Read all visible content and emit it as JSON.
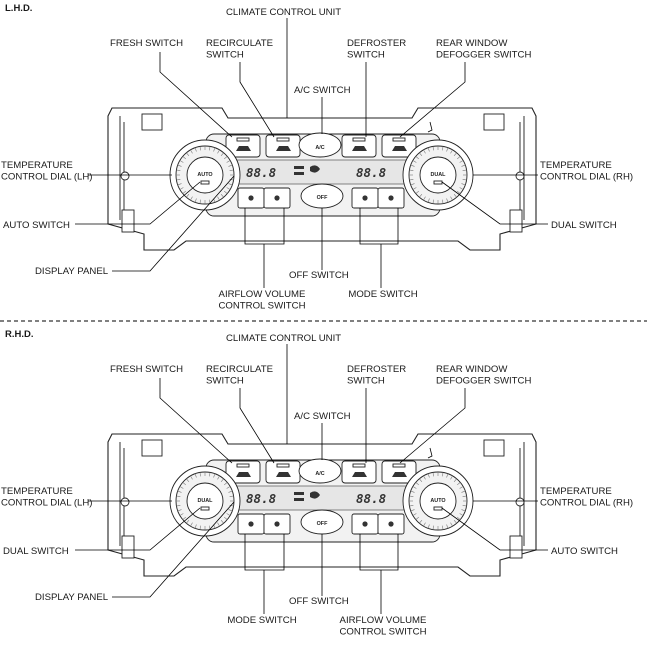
{
  "sections": [
    {
      "id": "lhd",
      "label": "L.H.D.",
      "dial_left_text": "AUTO",
      "dial_right_text": "DUAL",
      "labels": {
        "climate_control_unit": [
          "CLIMATE CONTROL UNIT"
        ],
        "fresh_switch": [
          "FRESH SWITCH"
        ],
        "recirculate_switch": [
          "RECIRCULATE",
          "SWITCH"
        ],
        "defroster_switch": [
          "DEFROSTER",
          "SWITCH"
        ],
        "rear_defogger_switch": [
          "REAR WINDOW",
          "DEFOGGER SWITCH"
        ],
        "ac_switch": [
          "A/C SWITCH"
        ],
        "temp_dial_left": [
          "TEMPERATURE",
          "CONTROL DIAL (LH)"
        ],
        "temp_dial_right": [
          "TEMPERATURE",
          "CONTROL DIAL (RH)"
        ],
        "left_side_switch": [
          "AUTO SWITCH"
        ],
        "right_side_switch": [
          "DUAL SWITCH"
        ],
        "display_panel": [
          "DISPLAY PANEL"
        ],
        "off_switch": [
          "OFF SWITCH"
        ],
        "bottom_left_switch": [
          "AIRFLOW VOLUME",
          "CONTROL SWITCH"
        ],
        "bottom_right_switch": [
          "MODE SWITCH"
        ]
      }
    },
    {
      "id": "rhd",
      "label": "R.H.D.",
      "dial_left_text": "DUAL",
      "dial_right_text": "AUTO",
      "labels": {
        "climate_control_unit": [
          "CLIMATE CONTROL UNIT"
        ],
        "fresh_switch": [
          "FRESH SWITCH"
        ],
        "recirculate_switch": [
          "RECIRCULATE",
          "SWITCH"
        ],
        "defroster_switch": [
          "DEFROSTER",
          "SWITCH"
        ],
        "rear_defogger_switch": [
          "REAR WINDOW",
          "DEFOGGER SWITCH"
        ],
        "ac_switch": [
          "A/C SWITCH"
        ],
        "temp_dial_left": [
          "TEMPERATURE",
          "CONTROL DIAL (LH)"
        ],
        "temp_dial_right": [
          "TEMPERATURE",
          "CONTROL DIAL (RH)"
        ],
        "left_side_switch": [
          "DUAL SWITCH"
        ],
        "right_side_switch": [
          "AUTO SWITCH"
        ],
        "display_panel": [
          "DISPLAY PANEL"
        ],
        "off_switch": [
          "OFF SWITCH"
        ],
        "bottom_left_switch": [
          "MODE SWITCH"
        ],
        "bottom_right_switch": [
          "AIRFLOW VOLUME",
          "CONTROL SWITCH"
        ]
      }
    }
  ],
  "panel": {
    "display_left": "88.8",
    "display_right": "88.8",
    "ac_button": "A/C",
    "off_button": "OFF"
  }
}
